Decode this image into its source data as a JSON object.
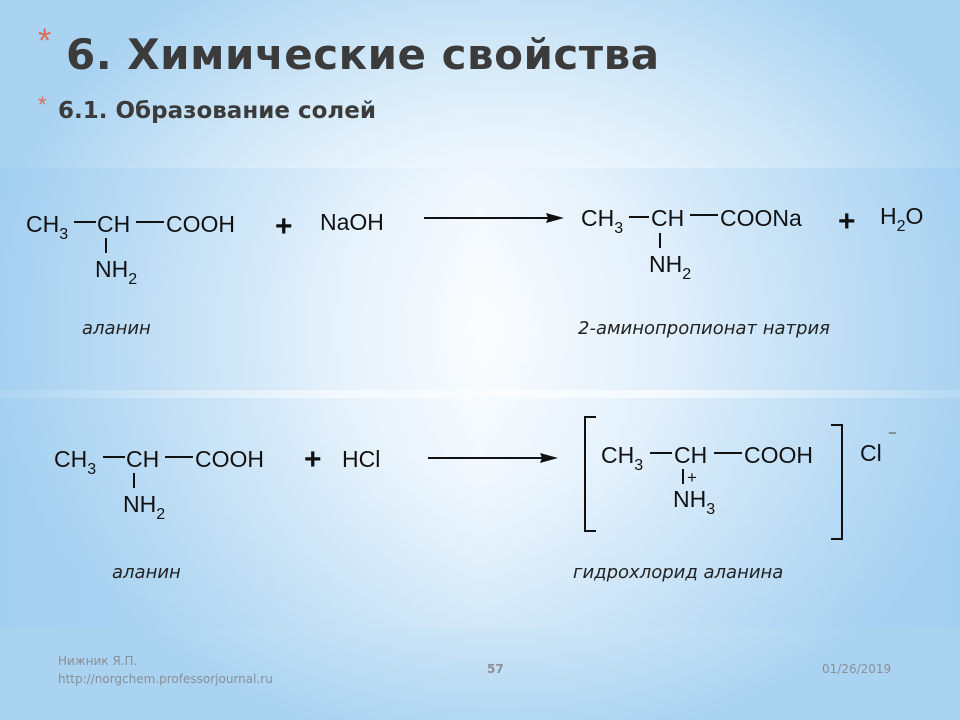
{
  "slide": {
    "bullet": "*",
    "title": "6. Химические свойства",
    "subtitle": "6.1. Образование солей"
  },
  "reaction1": {
    "ch3": "CH",
    "ch3_sub": "3",
    "ch": "CH",
    "acid": "COOH",
    "nh2": "NH",
    "nh2_sub": "2",
    "plus1": "+",
    "reagent": "NaOH",
    "p_ch3": "CH",
    "p_ch3_sub": "3",
    "p_ch": "CH",
    "p_salt": "COONa",
    "p_nh2": "NH",
    "p_nh2_sub": "2",
    "plus2": "+",
    "water_h": "H",
    "water_sub": "2",
    "water_o": "O",
    "caption_left": "аланин",
    "caption_right": "2-аминопропионат натрия"
  },
  "reaction2": {
    "ch3": "CH",
    "ch3_sub": "3",
    "ch": "CH",
    "acid": "COOH",
    "nh2": "NH",
    "nh2_sub": "2",
    "plus1": "+",
    "reagent": "HCl",
    "p_ch3": "CH",
    "p_ch3_sub": "3",
    "p_ch": "CH",
    "p_acid": "COOH",
    "p_charge": "+",
    "p_nh3": "NH",
    "p_nh3_sub": "3",
    "anion": "Cl",
    "anion_charge": "−",
    "caption_left": "аланин",
    "caption_right": "гидрохлорид аланина"
  },
  "footer": {
    "author": "Нижник Я.П.",
    "url": "http://norgchem.professorjournal.ru",
    "page": "57",
    "date": "01/26/2019"
  },
  "colors": {
    "bullet": "#e06a5a",
    "heading": "#3b3b3b",
    "footer": "#8a8f96"
  }
}
